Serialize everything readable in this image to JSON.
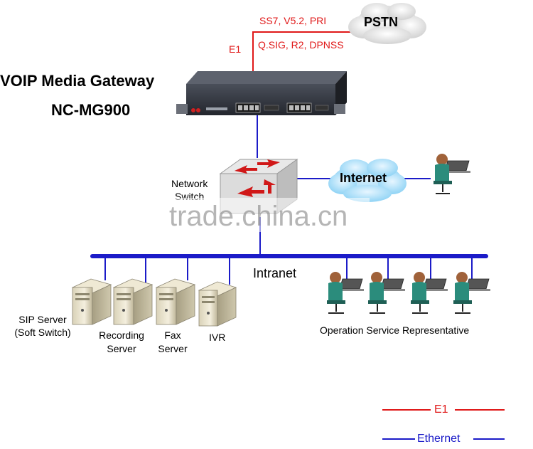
{
  "title_line1": "VOIP Media Gateway",
  "title_line2": "NC-MG900",
  "pstn_label": "PSTN",
  "e1_link_label": "E1",
  "signaling_top": "SS7, V5.2, PRI",
  "signaling_bottom": "Q.SIG, R2, DPNSS",
  "switch_label_line1": "Network",
  "switch_label_line2": "Switch",
  "internet_label": "Internet",
  "intranet_label": "Intranet",
  "watermark": "trade.china.cn",
  "servers": [
    {
      "line1": "SIP Server",
      "line2": "(Soft Switch)"
    },
    {
      "line1": "Recording",
      "line2": "Server"
    },
    {
      "line1": "Fax",
      "line2": "Server"
    },
    {
      "line1": "IVR",
      "line2": ""
    }
  ],
  "operators_label": "Operation Service Representative",
  "legend": [
    {
      "label": "E1",
      "color": "#e01818"
    },
    {
      "label": "Ethernet",
      "color": "#1b1bc8"
    }
  ],
  "colors": {
    "e1": "#e01818",
    "ethernet": "#1b1bc8"
  }
}
